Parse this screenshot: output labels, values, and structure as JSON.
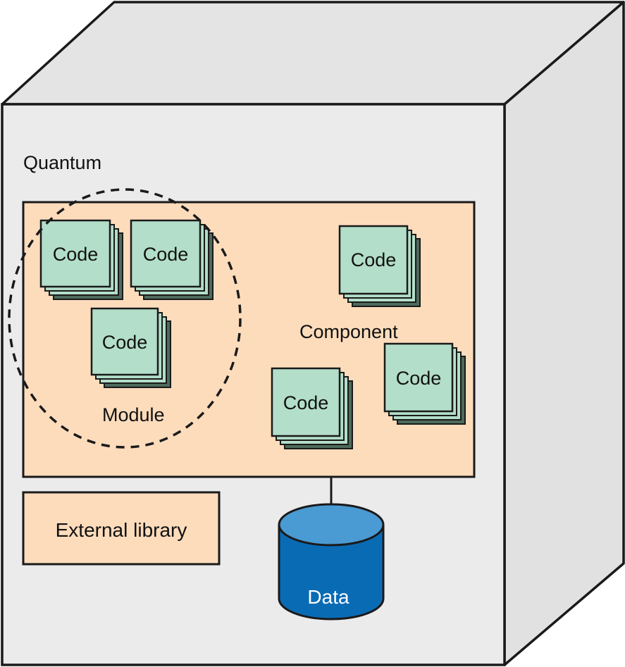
{
  "quantum_label": "Quantum",
  "component_label": "Component",
  "module_label": "Module",
  "code_label": "Code",
  "external_library_label": "External library",
  "data_label": "Data",
  "colors": {
    "box_front": "#ebebeb",
    "box_top": "#e4e4e4",
    "box_side": "#e1e1e1",
    "component_fill": "#fddcbc",
    "code_fill": "#b3dec9",
    "code_shadow": "#4e6b5b",
    "database_fill": "#0a6bb5",
    "database_top": "#4a9ad3",
    "outline": "#1a1a1a"
  }
}
